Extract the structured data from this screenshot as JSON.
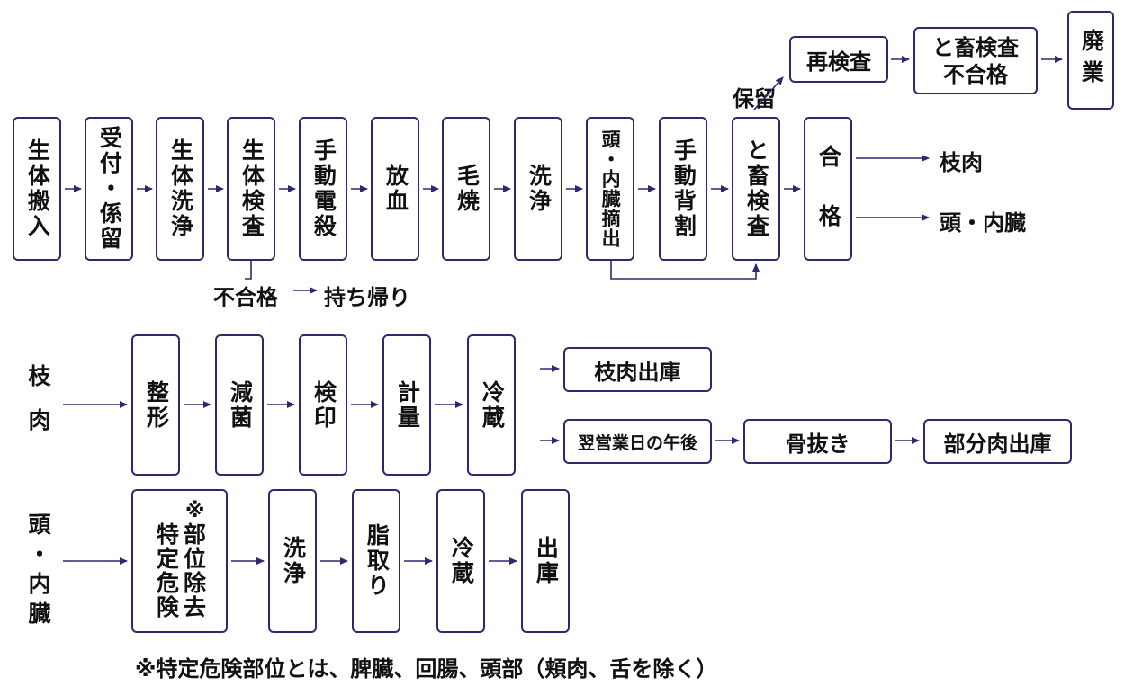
{
  "slaughter": {
    "steps": [
      "生体搬入",
      "受付・係留",
      "生体洗浄",
      "生体検査",
      "手動電殺",
      "放血",
      "毛焼",
      "洗浄",
      "頭・内臓摘出",
      "手動背割",
      "と畜検査",
      "合　格"
    ],
    "fail_label": "不合格",
    "take_home": "持ち帰り",
    "hold_label": "保留",
    "recheck": "再検査",
    "fail_box": "と畜検査\n不合格",
    "disposal": "廃業",
    "out_carcass": "枝肉",
    "out_offal": "頭・内臓"
  },
  "carcass": {
    "label": "枝肉",
    "steps": [
      "整形",
      "減菌",
      "検印",
      "計量",
      "冷蔵"
    ],
    "ship": "枝肉出庫",
    "next_day": "翌営業日の午後",
    "deboning": "骨抜き",
    "parts_ship": "部分肉出庫"
  },
  "offal": {
    "label": "頭・内臓",
    "srm_mark": "※",
    "srm_box": "部位除去\n特定危険",
    "steps": [
      "洗浄",
      "脂取り",
      "冷蔵",
      "出庫"
    ]
  },
  "footnote": "※特定危険部位とは、脾臓、回腸、頭部（頬肉、舌を除く）",
  "colors": {
    "arrow": "#2c2a6e",
    "border": "#2c2a6e"
  }
}
